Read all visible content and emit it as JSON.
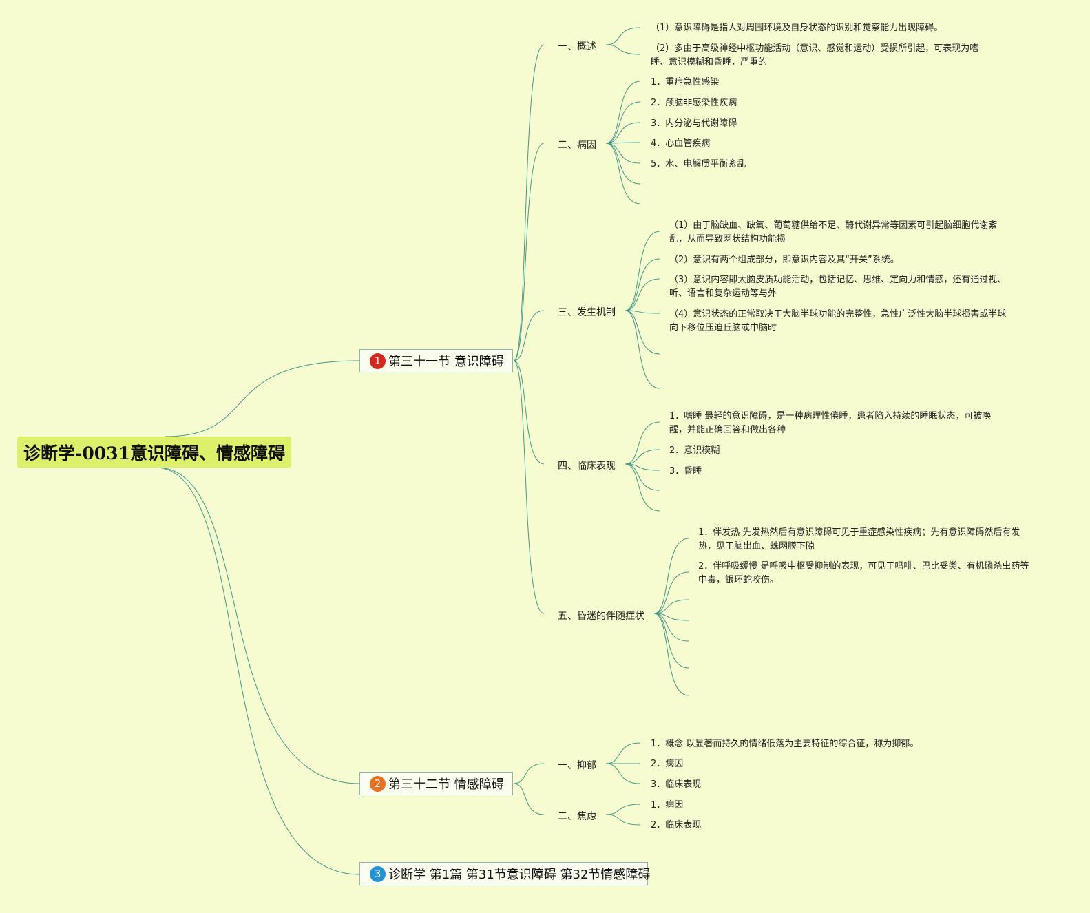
{
  "root": {
    "title": "诊断学-0031意识障碍、情感障碍"
  },
  "branches": [
    {
      "badge": "1",
      "badge_color": "#d8261c",
      "label": "第三十一节 意识障碍"
    },
    {
      "badge": "2",
      "badge_color": "#e8701e",
      "label": "第三十二节 情感障碍"
    },
    {
      "badge": "3",
      "badge_color": "#1e95d8",
      "label": "诊断学 第1篇 第31节意识障碍 第32节情感障碍"
    }
  ],
  "sections": [
    {
      "label": "一、概述",
      "leaves": [
        "（1）意识障碍是指人对周围环境及自身状态的识别和觉察能力出现障碍。",
        "（2）多由于高级神经中枢功能活动（意识、感觉和运动）受损所引起，可表现为嗜睡、意识模糊和昏睡，严重的"
      ]
    },
    {
      "label": "二、病因",
      "leaves": [
        "1．重症急性感染",
        "2．颅脑非感染性疾病",
        "3．内分泌与代谢障碍",
        "4．心血管疾病",
        "5．水、电解质平衡紊乱"
      ]
    },
    {
      "label": "三、发生机制",
      "leaves": [
        "（1）由于脑缺血、缺氧、葡萄糖供给不足、酶代谢异常等因素可引起脑细胞代谢紊乱，从而导致网状结构功能损",
        "（2）意识有两个组成部分，即意识内容及其“开关”系统。",
        "（3）意识内容即大脑皮质功能活动，包括记忆、思维、定向力和情感，还有通过视、听、语言和复杂运动等与外",
        "（4）意识状态的正常取决于大脑半球功能的完整性，急性广泛性大脑半球损害或半球向下移位压迫丘脑或中脑时"
      ]
    },
    {
      "label": "四、临床表现",
      "leaves": [
        "1．嗜睡 最轻的意识障碍，是一种病理性倦睡，患者陷入持续的睡眠状态，可被唤醒，并能正确回答和做出各种",
        "2．意识模糊",
        "3．昏睡"
      ]
    },
    {
      "label": "五、昏迷的伴随症状",
      "leaves": [
        "1．伴发热 先发热然后有意识障碍可见于重症感染性疾病；先有意识障碍然后有发热，见于脑出血、蛛网膜下隙",
        "2．伴呼吸缓慢 是呼吸中枢受抑制的表现，可见于吗啡、巴比妥类、有机磷杀虫药等中毒，银环蛇咬伤。"
      ]
    },
    {
      "label": "一、抑郁",
      "leaves": [
        "1．概念 以显著而持久的情绪低落为主要特征的综合征，称为抑郁。",
        "2．病因",
        "3．临床表现"
      ]
    },
    {
      "label": "二、焦虑",
      "leaves": [
        "1．病因",
        "2．临床表现"
      ]
    }
  ],
  "colors": {
    "background": "#f7fcd0",
    "root_fill": "#def06a",
    "connector": "#3f9a88"
  }
}
